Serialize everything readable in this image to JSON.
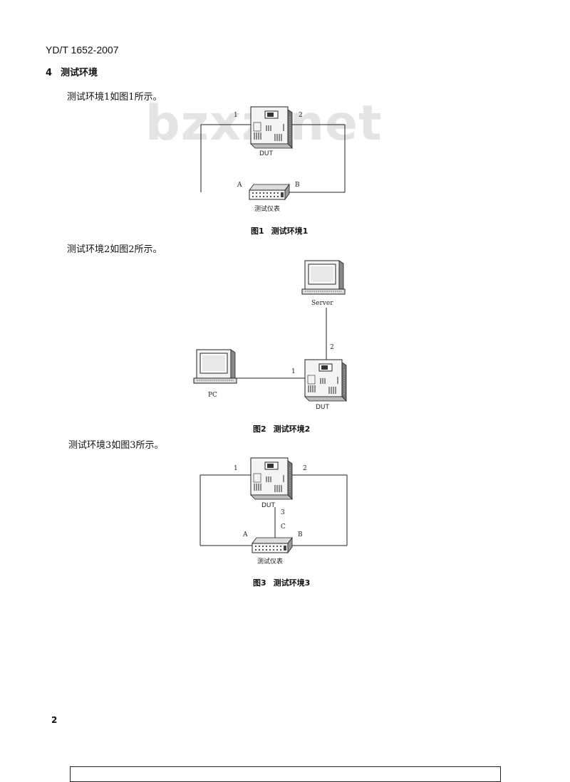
{
  "header": {
    "doc_code": "YD/T 1652-2007"
  },
  "section": {
    "number": "4",
    "title": "测试环境"
  },
  "watermark": "bzxz.net",
  "paragraphs": {
    "env1_intro": "测试环境1如图1所示。",
    "env2_intro": "测试环境2如图2所示。",
    "env3_intro": "测试环境3如图3所示。"
  },
  "figures": {
    "fig1": {
      "number": "图1",
      "title": "测试环境1",
      "dut_label": "DUT",
      "tester_label": "测试仪表",
      "port1": "1",
      "port2": "2",
      "port_a": "A",
      "port_b": "B"
    },
    "fig2": {
      "number": "图2",
      "title": "测试环境2",
      "server_label": "Server",
      "pc_label": "PC",
      "dut_label": "DUT",
      "port1": "1",
      "port2": "2"
    },
    "fig3": {
      "number": "图3",
      "title": "测试环境3",
      "dut_label": "DUT",
      "tester_label": "测试仪表",
      "port1": "1",
      "port2": "2",
      "port3": "3",
      "port_a": "A",
      "port_b": "B",
      "port_c": "C"
    }
  },
  "footer": {
    "page_number": "2"
  }
}
